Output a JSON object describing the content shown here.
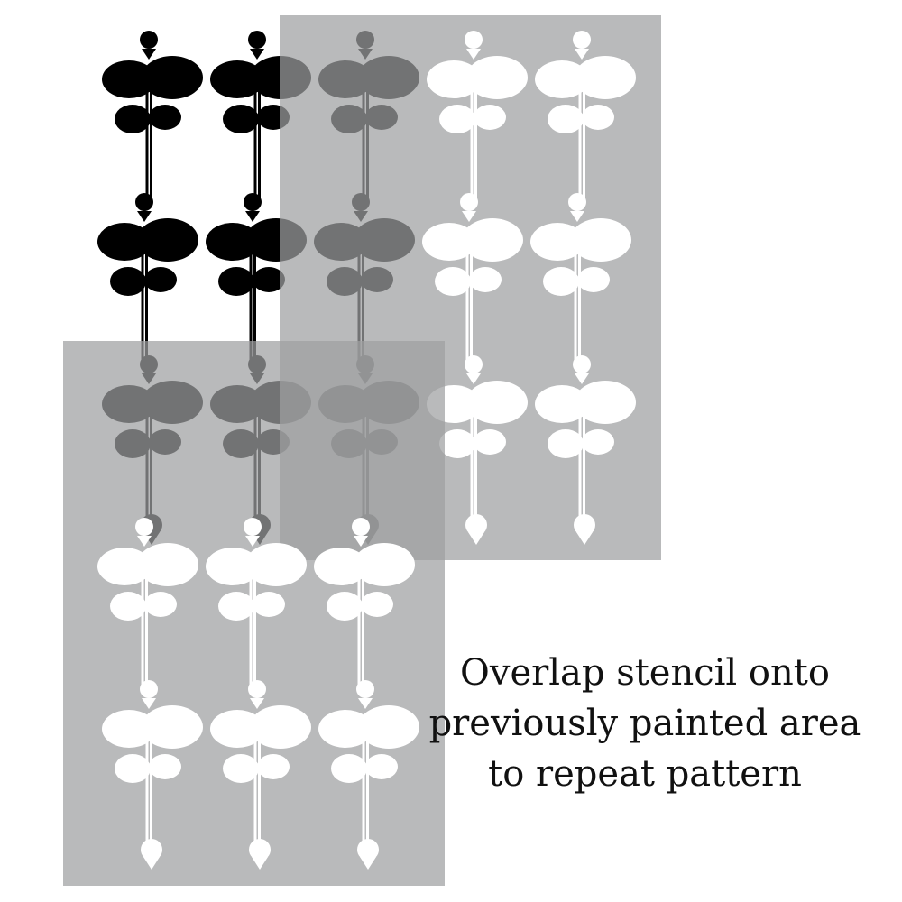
{
  "caption": {
    "lines": [
      "Overlap stencil onto",
      "previously painted area",
      "to repeat pattern"
    ]
  },
  "colors": {
    "background": "#ffffff",
    "paint": "#000000",
    "stencil_sheet": "#9e9fa1",
    "stencil_cutout": "#ffffff",
    "text": "#111111"
  },
  "illustration": {
    "motif_icon": "leaf-sprig-icon",
    "stencil_sheets": 2,
    "stencil_grid": {
      "columns": 3,
      "rows": 3
    }
  }
}
